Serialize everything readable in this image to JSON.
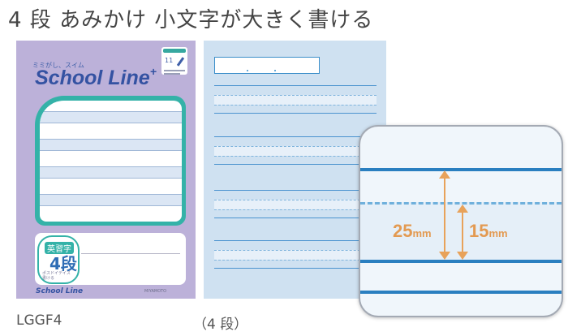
{
  "title": "4 段 あみかけ 小文字が大きく書ける",
  "cover": {
    "subtitle": "ミミがし、スイム",
    "brand": "School Line",
    "brand_plus": "+",
    "badge_text": "11",
    "subject": "英習字",
    "grade": "4段",
    "small_text": "ポスドイデイス\n書ける",
    "brand_bottom": "School Line",
    "maker": "MIYAMOTO"
  },
  "zoom": {
    "outer_value": "25",
    "outer_unit": "mm",
    "inner_value": "15",
    "inner_unit": "mm"
  },
  "captions": {
    "left": "LGGF4",
    "right": "（4 段）"
  },
  "colors": {
    "cover": "#bcb1d9",
    "teal": "#34b2a8",
    "brand_blue": "#3452a2",
    "page": "#cfe1f1",
    "rule": "#2a7fc0",
    "annotation": "#e39a52"
  }
}
